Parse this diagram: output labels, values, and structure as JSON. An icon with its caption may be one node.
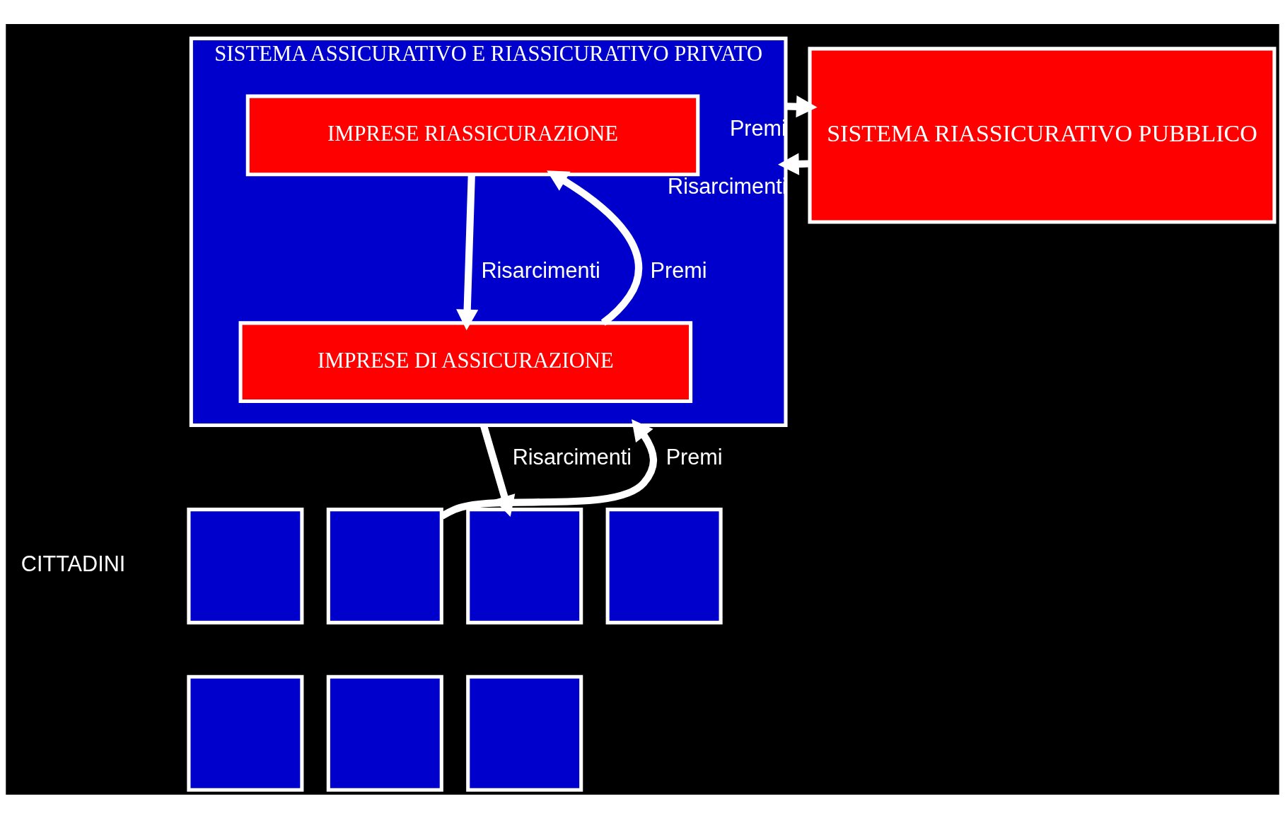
{
  "diagram": {
    "nodes": [
      {
        "text": [
          "SISTEMA ASSICURATIVO E RIASSICURATIVO PRIVATO"
        ]
      },
      {
        "text": [
          "IMPRESE RIASSICURAZIONE"
        ],
        "in": 0
      },
      {
        "text": [
          "IMPRESE DI ASSICURAZIONE"
        ],
        "in": 0
      },
      {
        "text": [
          "SISTEMA RIASSICURATIVO PUBBLICO"
        ]
      },
      {
        "text": [],
        "shape": "box"
      },
      {
        "text": [],
        "shape": "box"
      },
      {
        "text": [],
        "shape": "box"
      },
      {
        "text": [],
        "shape": "box"
      },
      {
        "text": [],
        "shape": "box"
      },
      {
        "text": [],
        "shape": "box"
      },
      {
        "text": [],
        "shape": "box"
      }
    ],
    "edges": [
      {
        "from": 2,
        "to": 1,
        "arrow": "to",
        "label": "Premi"
      },
      {
        "from": 1,
        "to": 2,
        "arrow": "to",
        "label": "Risarcimenti"
      },
      {
        "from": 3,
        "to": 0,
        "arrow": "to",
        "label": "Risarcimenti"
      },
      {
        "from": 0,
        "to": 3,
        "arrow": "to",
        "label": "Premi"
      },
      {
        "from": 5,
        "to": 0,
        "arrow": "to",
        "label": "Premi"
      },
      {
        "from": 0,
        "to": 6,
        "arrow": "to",
        "label": "Risarcimenti"
      }
    ],
    "labels": [
      "CITTADINI"
    ]
  }
}
